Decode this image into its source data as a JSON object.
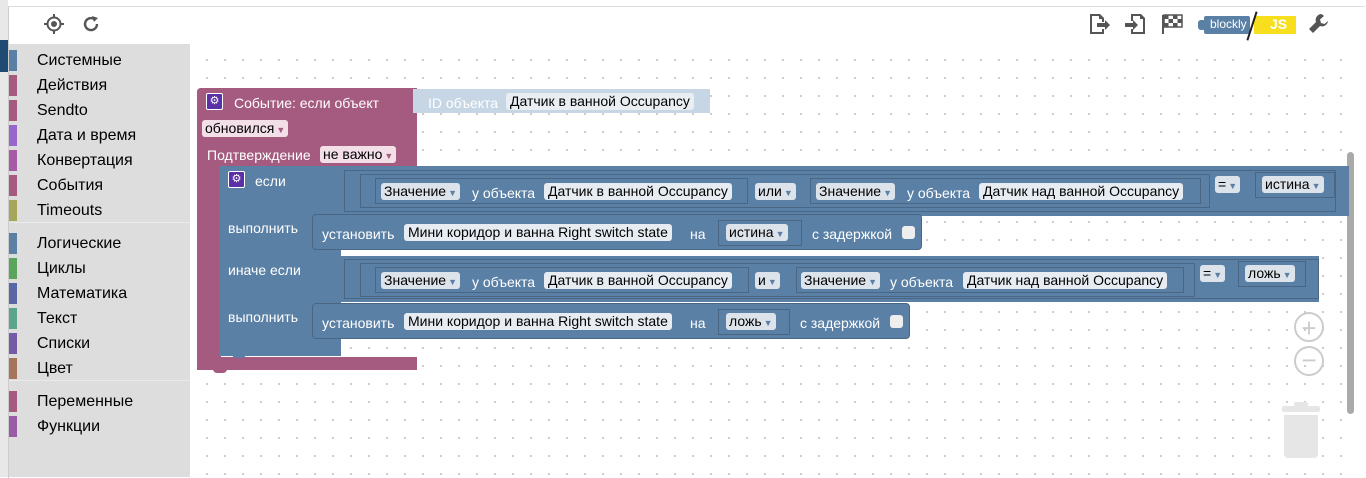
{
  "toolbar": {
    "left_icons": [
      "crosshair-icon",
      "refresh-icon"
    ],
    "right_icons": [
      "export-icon",
      "import-icon",
      "checkered-flag-icon",
      "wrench-icon"
    ],
    "toggle_left": "blockly",
    "toggle_right": "JS"
  },
  "toolbox": {
    "groups": [
      [
        {
          "label": "Системные",
          "color": "#5b80a5"
        },
        {
          "label": "Действия",
          "color": "#a55b80"
        },
        {
          "label": "Sendto",
          "color": "#a55b80"
        },
        {
          "label": "Дата и время",
          "color": "#9966cc"
        },
        {
          "label": "Конвертация",
          "color": "#a55ba5"
        },
        {
          "label": "События",
          "color": "#a55b80"
        },
        {
          "label": "Timeouts",
          "color": "#a5a55b"
        }
      ],
      [
        {
          "label": "Логические",
          "color": "#5b80a5"
        },
        {
          "label": "Циклы",
          "color": "#5ba55b"
        },
        {
          "label": "Математика",
          "color": "#5b67a5"
        },
        {
          "label": "Текст",
          "color": "#5ba58c"
        },
        {
          "label": "Списки",
          "color": "#745ba5"
        },
        {
          "label": "Цвет",
          "color": "#a5745b"
        }
      ],
      [
        {
          "label": "Переменные",
          "color": "#a55b80"
        },
        {
          "label": "Функции",
          "color": "#995ba5"
        }
      ]
    ]
  },
  "event_block": {
    "title": "Событие: если объект",
    "trigger": "обновился",
    "confirm_label": "Подтверждение",
    "confirm_value": "не важно",
    "object_id_label": "ID объекта",
    "object_id_value": "Датчик в ванной Occupancy"
  },
  "if_block": {
    "if_label": "если",
    "do_label": "выполнить",
    "elseif_label": "иначе если",
    "do2_label": "выполнить",
    "cond1": {
      "a_prop": "Значение",
      "a_of": "у объекта",
      "a_obj": "Датчик в ванной Occupancy",
      "op": "или",
      "b_prop": "Значение",
      "b_of": "у объекта",
      "b_obj": "Датчик над ванной Occupancy",
      "cmp": "=",
      "value": "истина"
    },
    "action1": {
      "set_label": "установить",
      "target": "Мини коридор и ванна Right switch state",
      "on_label": "на",
      "value": "истина",
      "delay_label": "с задержкой"
    },
    "cond2": {
      "a_prop": "Значение",
      "a_of": "у объекта",
      "a_obj": "Датчик в ванной Occupancy",
      "op": "и",
      "b_prop": "Значение",
      "b_of": "у объекта",
      "b_obj": "Датчик над ванной Occupancy",
      "cmp": "=",
      "value": "ложь"
    },
    "action2": {
      "set_label": "установить",
      "target": "Мини коридор и ванна Right switch state",
      "on_label": "на",
      "value": "ложь",
      "delay_label": "с задержкой"
    }
  },
  "workspace_controls": [
    "zoom-in-icon",
    "zoom-out-icon",
    "trash-icon"
  ]
}
